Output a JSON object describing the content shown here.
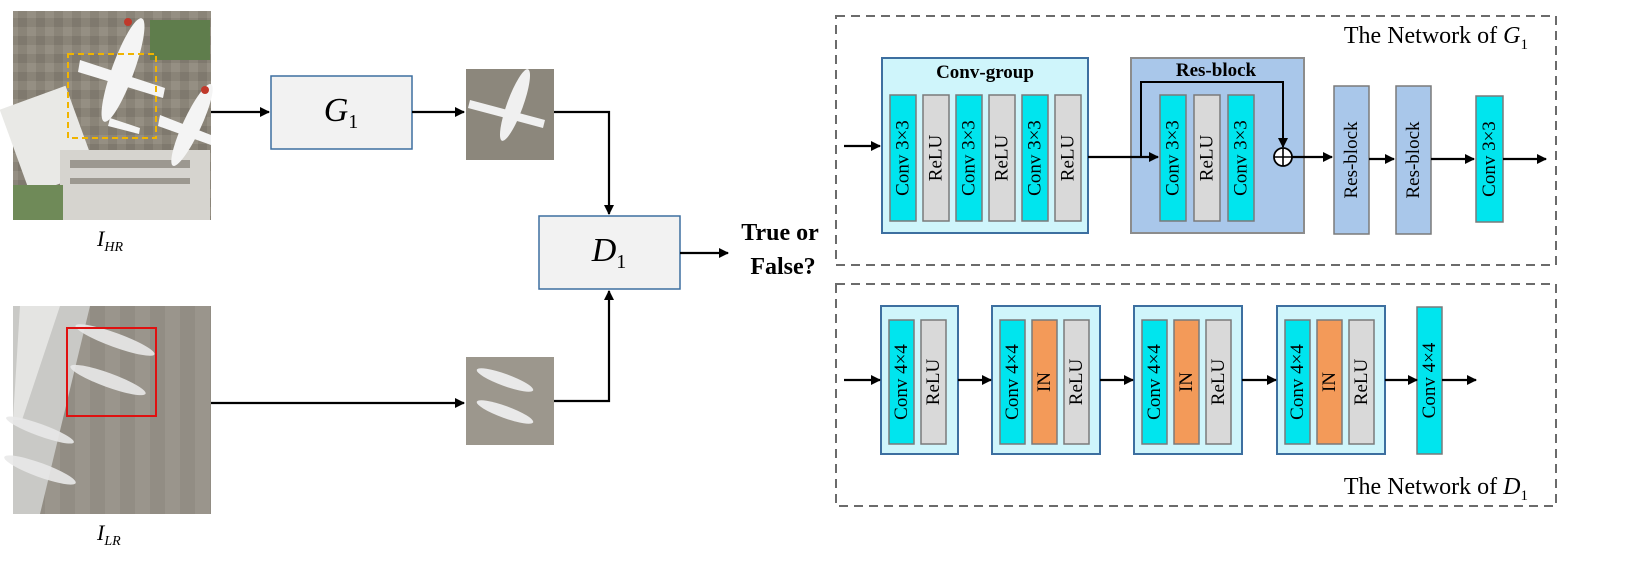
{
  "images": {
    "hr": {
      "label_main": "I",
      "label_sub": "HR"
    },
    "lr": {
      "label_main": "I",
      "label_sub": "LR"
    }
  },
  "generator": {
    "label_main": "G",
    "label_sub": "1"
  },
  "discriminator": {
    "label_main": "D",
    "label_sub": "1"
  },
  "output": {
    "line1": "True or",
    "line2": "False?"
  },
  "g_network": {
    "title_prefix": "The Network of ",
    "title_main": "G",
    "title_sub": "1",
    "conv_group": {
      "title": "Conv-group",
      "layers": [
        "Conv 3×3",
        "ReLU",
        "Conv 3×3",
        "ReLU",
        "Conv 3×3",
        "ReLU"
      ]
    },
    "res_block": {
      "title": "Res-block",
      "layers": [
        "Conv 3×3",
        "ReLU",
        "Conv 3×3"
      ],
      "sum_symbol": "⊕"
    },
    "tail": [
      "Res-block",
      "Res-block",
      "Conv 3×3"
    ]
  },
  "d_network": {
    "title_prefix": "The Network of ",
    "title_main": "D",
    "title_sub": "1",
    "group1": [
      "Conv 4×4",
      "ReLU"
    ],
    "group2": [
      "Conv 4×4",
      "IN",
      "ReLU"
    ],
    "group3": [
      "Conv 4×4",
      "IN",
      "ReLU"
    ],
    "group4": [
      "Conv 4×4",
      "IN",
      "ReLU"
    ],
    "final": "Conv 4×4"
  },
  "colors": {
    "conv": "#00e5ee",
    "relu": "#d9d9d9",
    "in_norm": "#f39a59",
    "group_fill": "#cff5fb",
    "resblock_fill": "#a9c7ea",
    "res_tile": "#a9c7ea",
    "box_fill": "#f2f2f2",
    "box_stroke": "#3d6fa0"
  }
}
